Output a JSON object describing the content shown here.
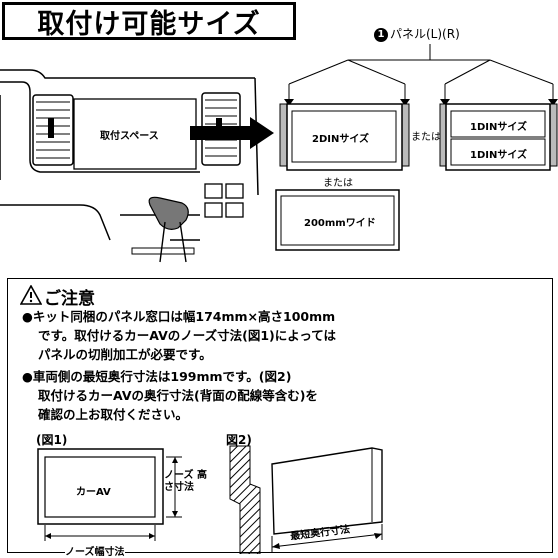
{
  "title": "取付け可能サイズ",
  "panel": {
    "num": "1",
    "label": "パネル(L)(R)"
  },
  "dash": {
    "install_space": "取付スペース"
  },
  "options": {
    "din2": "2DINサイズ",
    "or1": "または",
    "din1_top": "1DINサイズ",
    "din1_bottom": "1DINサイズ",
    "or2": "または",
    "wide": "200mmワイド"
  },
  "caution": {
    "heading": "ご注意",
    "lines": [
      "●キット同梱のパネル窓口は幅174mm×高さ100mm",
      "です。取付けるカーAVのノーズ寸法(図1)によっては",
      "パネルの切削加工が必要です。",
      "●車両側の最短奥行寸法は199mmです。(図2)",
      "取付けるカーAVの奥行寸法(背面の配線等含む)を",
      "確認の上お取付ください。"
    ]
  },
  "fig1": {
    "label": "(図1)",
    "device": "カーAV",
    "nose_height": "ノーズ 高さ寸法",
    "nose_width": "ノーズ幅寸法"
  },
  "fig2": {
    "label": "図2)",
    "min_depth": "最短奥行寸法"
  }
}
